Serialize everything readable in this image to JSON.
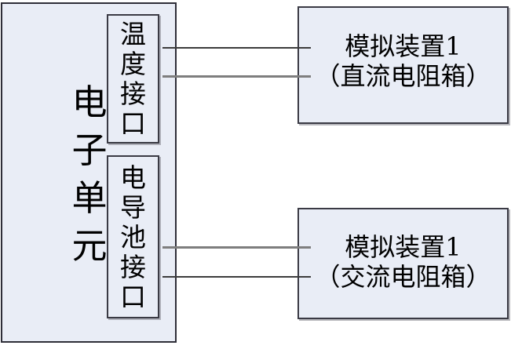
{
  "unit": {
    "name": "电子单元",
    "chars": [
      "电",
      "子",
      "单",
      "元"
    ]
  },
  "interfaces": [
    {
      "name": "温度接口",
      "chars": [
        "温",
        "度",
        "接",
        "口"
      ]
    },
    {
      "name": "电导池接口",
      "chars": [
        "电",
        "导",
        "池",
        "接",
        "口"
      ]
    }
  ],
  "devices": [
    {
      "line1": "模拟装置1",
      "line2": "（直流电阻箱）"
    },
    {
      "line1": "模拟装置1",
      "line2": "（交流电阻箱）"
    }
  ],
  "wires": [
    {
      "id": "temperature-wire-1",
      "color": "#3c3c3c"
    },
    {
      "id": "temperature-wire-2",
      "color": "#7e7e7e"
    },
    {
      "id": "conductivity-wire-1",
      "color": "#7e7e7e"
    },
    {
      "id": "conductivity-wire-2",
      "color": "#3c3c3c"
    }
  ],
  "colors": {
    "box_fill": "#e9edf6",
    "box_border": "#3a3a44",
    "wire_dark": "#3c3c3c",
    "wire_gray": "#7e7e7e",
    "text": "#000000"
  }
}
